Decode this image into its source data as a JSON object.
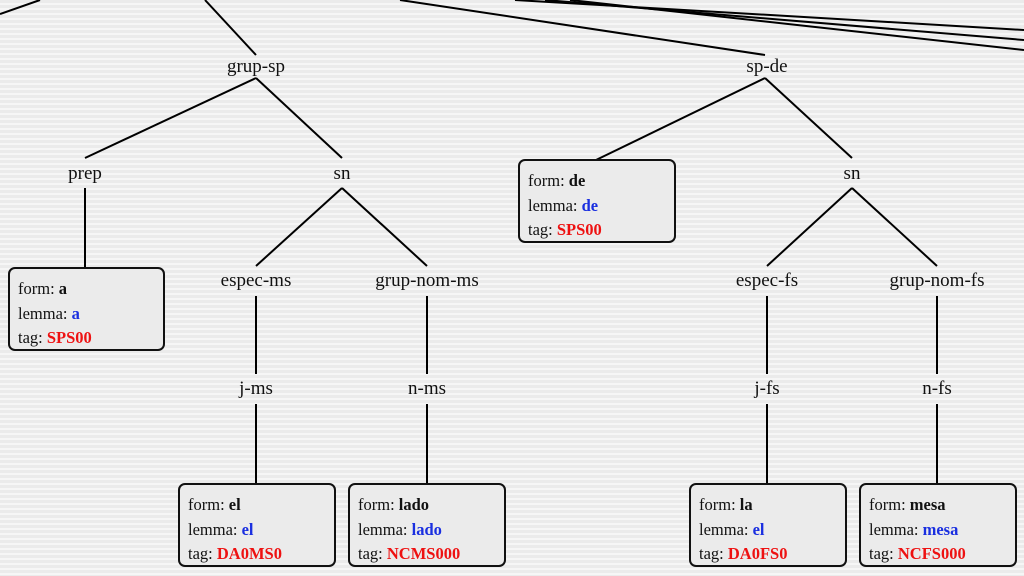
{
  "nodes": {
    "grup_sp": "grup-sp",
    "prep": "prep",
    "sn_left": "sn",
    "espec_ms": "espec-ms",
    "grup_nom_ms": "grup-nom-ms",
    "j_ms": "j-ms",
    "n_ms": "n-ms",
    "sp_de": "sp-de",
    "sn_right": "sn",
    "espec_fs": "espec-fs",
    "grup_nom_fs": "grup-nom-fs",
    "j_fs": "j-fs",
    "n_fs": "n-fs"
  },
  "keys": {
    "form": "form:",
    "lemma": "lemma:",
    "tag": "tag:"
  },
  "leaves": {
    "a": {
      "form": "a",
      "lemma": "a",
      "tag": "SPS00"
    },
    "el": {
      "form": "el",
      "lemma": "el",
      "tag": "DA0MS0"
    },
    "lado": {
      "form": "lado",
      "lemma": "lado",
      "tag": "NCMS000"
    },
    "de": {
      "form": "de",
      "lemma": "de",
      "tag": "SPS00"
    },
    "la": {
      "form": "la",
      "lemma": "el",
      "tag": "DA0FS0"
    },
    "mesa": {
      "form": "mesa",
      "lemma": "mesa",
      "tag": "NCFS000"
    }
  },
  "colors": {
    "lemma": "#1a2fe0",
    "tag": "#ee1111",
    "edge": "#000000"
  }
}
